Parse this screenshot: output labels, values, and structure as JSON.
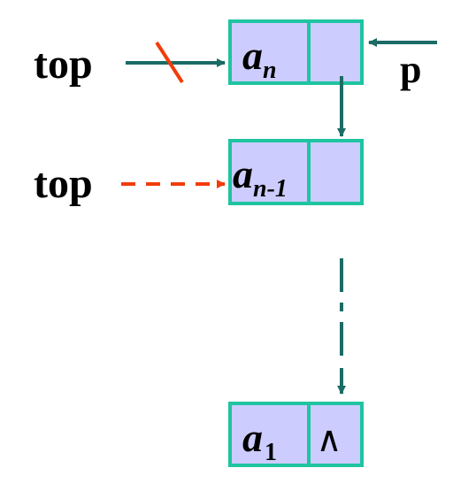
{
  "labels": {
    "top_old": "top",
    "top_new": "top",
    "p": "p"
  },
  "nodes": [
    {
      "letter": "a",
      "subscript": "n",
      "next": ""
    },
    {
      "letter": "a",
      "subscript": "n-1",
      "next": ""
    },
    {
      "letter": "a",
      "subscript": "1",
      "next": "∧"
    }
  ],
  "colors": {
    "node_fill": "#ccccff",
    "node_border": "#1fc4a0",
    "pointer_arrow": "#1b6b66",
    "new_top_arrow": "#f23c0a",
    "strike": "#f23c0a"
  }
}
